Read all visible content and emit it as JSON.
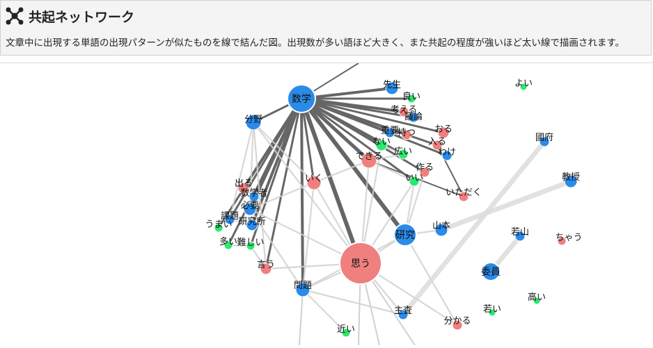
{
  "header": {
    "title": "共起ネットワーク",
    "description": "文章中に出現する単語の出現パターンが似たものを線で結んだ図。出現数が多い語ほど大きく、また共起の程度が強いほど太い線で描画されます。",
    "icon": "network-icon"
  },
  "colors": {
    "noun": "#2a8be8",
    "verb": "#f08080",
    "adjective": "#2de86e",
    "strong_edge": "#666666",
    "weak_edge": "#d0d0d0"
  },
  "chart_data": {
    "type": "network",
    "nodes": [
      {
        "id": "sugaku",
        "label": "数学",
        "pos": "noun",
        "weight": 20
      },
      {
        "id": "omou",
        "label": "思う",
        "pos": "verb",
        "weight": 30
      },
      {
        "id": "kenkyu",
        "label": "研究",
        "pos": "noun",
        "weight": 16
      },
      {
        "id": "iin",
        "label": "委員",
        "pos": "noun",
        "weight": 13
      },
      {
        "id": "bunya",
        "label": "分野",
        "pos": "noun",
        "weight": 11
      },
      {
        "id": "sensei",
        "label": "先生",
        "pos": "noun",
        "weight": 9
      },
      {
        "id": "yoi2",
        "label": "良い",
        "pos": "adjective",
        "weight": 6
      },
      {
        "id": "kangaeru",
        "label": "考える",
        "pos": "verb",
        "weight": 7
      },
      {
        "id": "giron",
        "label": "議論",
        "pos": "noun",
        "weight": 7
      },
      {
        "id": "juyo",
        "label": "重要",
        "pos": "noun",
        "weight": 7
      },
      {
        "id": "motsu",
        "label": "持つ",
        "pos": "verb",
        "weight": 7
      },
      {
        "id": "oru",
        "label": "おる",
        "pos": "verb",
        "weight": 8
      },
      {
        "id": "hairu",
        "label": "入る",
        "pos": "verb",
        "weight": 7
      },
      {
        "id": "wake",
        "label": "わけ",
        "pos": "noun",
        "weight": 7
      },
      {
        "id": "nai",
        "label": "ない",
        "pos": "adjective",
        "weight": 8
      },
      {
        "id": "hiroi",
        "label": "広い",
        "pos": "adjective",
        "weight": 7
      },
      {
        "id": "dekiru",
        "label": "できる",
        "pos": "verb",
        "weight": 11
      },
      {
        "id": "tsukuru",
        "label": "作る",
        "pos": "verb",
        "weight": 7
      },
      {
        "id": "ii",
        "label": "いい",
        "pos": "adjective",
        "weight": 7
      },
      {
        "id": "iku",
        "label": "いく",
        "pos": "verb",
        "weight": 10
      },
      {
        "id": "itadaku",
        "label": "いただく",
        "pos": "verb",
        "weight": 7
      },
      {
        "id": "deru",
        "label": "出る",
        "pos": "verb",
        "weight": 8
      },
      {
        "id": "sugakusha",
        "label": "数学者",
        "pos": "noun",
        "weight": 7
      },
      {
        "id": "hitsuyo",
        "label": "必要",
        "pos": "noun",
        "weight": 9
      },
      {
        "id": "kadai",
        "label": "課題",
        "pos": "noun",
        "weight": 7
      },
      {
        "id": "kenkyusho",
        "label": "研究所",
        "pos": "noun",
        "weight": 8
      },
      {
        "id": "umai",
        "label": "うまい",
        "pos": "adjective",
        "weight": 6
      },
      {
        "id": "ooi",
        "label": "多い",
        "pos": "adjective",
        "weight": 6
      },
      {
        "id": "muzukashii",
        "label": "難しい",
        "pos": "adjective",
        "weight": 6
      },
      {
        "id": "iu",
        "label": "言う",
        "pos": "verb",
        "weight": 8
      },
      {
        "id": "mondai",
        "label": "問題",
        "pos": "noun",
        "weight": 10
      },
      {
        "id": "yamamoto",
        "label": "山本",
        "pos": "noun",
        "weight": 9
      },
      {
        "id": "shusa",
        "label": "主査",
        "pos": "noun",
        "weight": 7
      },
      {
        "id": "wakaru",
        "label": "分かる",
        "pos": "verb",
        "weight": 7
      },
      {
        "id": "chikai",
        "label": "近い",
        "pos": "adjective",
        "weight": 6
      },
      {
        "id": "yoi",
        "label": "よい",
        "pos": "adjective",
        "weight": 5
      },
      {
        "id": "kokufu",
        "label": "國府",
        "pos": "noun",
        "weight": 7
      },
      {
        "id": "kyoju",
        "label": "教授",
        "pos": "noun",
        "weight": 9
      },
      {
        "id": "wakayama",
        "label": "若山",
        "pos": "noun",
        "weight": 7
      },
      {
        "id": "chau",
        "label": "ちゃう",
        "pos": "verb",
        "weight": 6
      },
      {
        "id": "takai",
        "label": "高い",
        "pos": "adjective",
        "weight": 5
      },
      {
        "id": "wakai",
        "label": "若い",
        "pos": "adjective",
        "weight": 5
      }
    ],
    "edges": [
      {
        "source": "sugaku",
        "target": "omou",
        "strength": 6
      },
      {
        "source": "sugaku",
        "target": "kenkyu",
        "strength": 6
      },
      {
        "source": "sugaku",
        "target": "bunya",
        "strength": 3
      },
      {
        "source": "sugaku",
        "target": "sensei",
        "strength": 4
      },
      {
        "source": "sugaku",
        "target": "yoi2",
        "strength": 3
      },
      {
        "source": "sugaku",
        "target": "kangaeru",
        "strength": 4
      },
      {
        "source": "sugaku",
        "target": "giron",
        "strength": 3
      },
      {
        "source": "sugaku",
        "target": "juyo",
        "strength": 4
      },
      {
        "source": "sugaku",
        "target": "motsu",
        "strength": 4
      },
      {
        "source": "sugaku",
        "target": "oru",
        "strength": 3
      },
      {
        "source": "sugaku",
        "target": "hairu",
        "strength": 3
      },
      {
        "source": "sugaku",
        "target": "nai",
        "strength": 4
      },
      {
        "source": "sugaku",
        "target": "hiroi",
        "strength": 3
      },
      {
        "source": "sugaku",
        "target": "dekiru",
        "strength": 5
      },
      {
        "source": "sugaku",
        "target": "ii",
        "strength": 3
      },
      {
        "source": "sugaku",
        "target": "iku",
        "strength": 3
      },
      {
        "source": "sugaku",
        "target": "deru",
        "strength": 4
      },
      {
        "source": "sugaku",
        "target": "sugakusha",
        "strength": 5
      },
      {
        "source": "sugaku",
        "target": "hitsuyo",
        "strength": 4
      },
      {
        "source": "sugaku",
        "target": "kadai",
        "strength": 3
      },
      {
        "source": "sugaku",
        "target": "kenkyusho",
        "strength": 4
      },
      {
        "source": "sugaku",
        "target": "muzukashii",
        "strength": 3
      },
      {
        "source": "sugaku",
        "target": "iu",
        "strength": 3
      },
      {
        "source": "sugaku",
        "target": "mondai",
        "strength": 4
      },
      {
        "source": "sugaku",
        "target": "umai",
        "strength": 3
      },
      {
        "source": "sugaku",
        "target": "ooi",
        "strength": 3
      },
      {
        "source": "sugaku",
        "target": "wake",
        "strength": 3
      },
      {
        "source": "sugaku",
        "target": "tsukuru",
        "strength": 3
      },
      {
        "source": "dekiru",
        "target": "itadaku",
        "strength": 2
      },
      {
        "source": "hairu",
        "target": "itadaku",
        "strength": 2
      },
      {
        "source": "omou",
        "target": "kenkyu",
        "strength": 1
      },
      {
        "source": "omou",
        "target": "mondai",
        "strength": 1
      },
      {
        "source": "omou",
        "target": "iu",
        "strength": 1
      },
      {
        "source": "omou",
        "target": "dekiru",
        "strength": 1
      },
      {
        "source": "omou",
        "target": "iku",
        "strength": 1
      },
      {
        "source": "omou",
        "target": "bunya",
        "strength": 1
      },
      {
        "source": "omou",
        "target": "hitsuyo",
        "strength": 1
      },
      {
        "source": "omou",
        "target": "ii",
        "strength": 1
      },
      {
        "source": "omou",
        "target": "shusa",
        "strength": 1
      },
      {
        "source": "omou",
        "target": "wakaru",
        "strength": 1
      },
      {
        "source": "omou",
        "target": "nai",
        "strength": 1
      },
      {
        "source": "kenkyu",
        "target": "yamamoto",
        "strength": 1
      },
      {
        "source": "kenkyu",
        "target": "tsukuru",
        "strength": 1
      },
      {
        "source": "kenkyu",
        "target": "ii",
        "strength": 1
      },
      {
        "source": "kenkyu",
        "target": "wakaru",
        "strength": 1
      },
      {
        "source": "kenkyu",
        "target": "mondai",
        "strength": 1
      },
      {
        "source": "bunya",
        "target": "hitsuyo",
        "strength": 1
      },
      {
        "source": "bunya",
        "target": "kadai",
        "strength": 1
      },
      {
        "source": "bunya",
        "target": "iu",
        "strength": 1
      },
      {
        "source": "bunya",
        "target": "iku",
        "strength": 1
      },
      {
        "source": "mondai",
        "target": "chikai",
        "strength": 1
      },
      {
        "source": "mondai",
        "target": "shusa",
        "strength": 1
      },
      {
        "source": "mondai",
        "target": "iku",
        "strength": 1
      },
      {
        "source": "mondai",
        "target": "hitsuyo",
        "strength": 1
      },
      {
        "source": "iku",
        "target": "dekiru",
        "strength": 1
      },
      {
        "source": "iku",
        "target": "hitsuyo",
        "strength": 1
      },
      {
        "source": "nai",
        "target": "hiroi",
        "strength": 1
      },
      {
        "source": "dekiru",
        "target": "ii",
        "strength": 1
      },
      {
        "source": "dekiru",
        "target": "hiroi",
        "strength": 1
      },
      {
        "source": "shusa",
        "target": "kokufu",
        "strength": 2
      },
      {
        "source": "yamamoto",
        "target": "kyoju",
        "strength": 2
      },
      {
        "source": "iin",
        "target": "wakayama",
        "strength": 2
      },
      {
        "source": "kadai",
        "target": "kenkyusho",
        "strength": 1
      },
      {
        "source": "hitsuyo",
        "target": "sugakusha",
        "strength": 1
      },
      {
        "source": "muzukashii",
        "target": "ooi",
        "strength": 1
      },
      {
        "source": "iu",
        "target": "muzukashii",
        "strength": 1
      },
      {
        "source": "deru",
        "target": "sugakusha",
        "strength": 1
      }
    ]
  }
}
